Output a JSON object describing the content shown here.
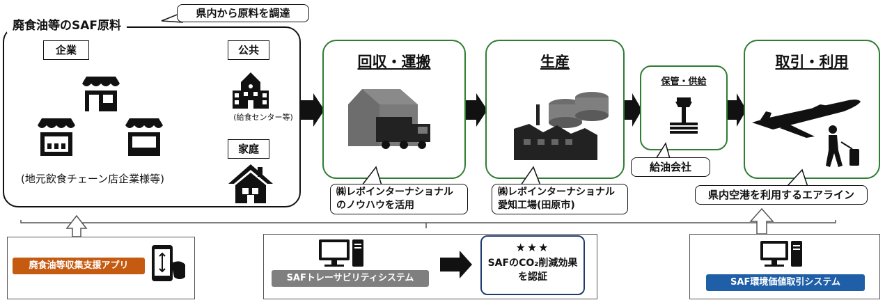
{
  "source": {
    "title": "廃食油等のSAF原料",
    "local_callout": "県内から原料を調達",
    "enterprise_label": "企業",
    "enterprise_note": "(地元飲食チェーン店企業様等)",
    "public_label": "公共",
    "public_note": "(給食センター等)",
    "household_label": "家庭"
  },
  "stages": {
    "collection": {
      "title": "回収・運搬",
      "callout_line1": "㈱レボインターナショナル",
      "callout_line2": "のノウハウを活用"
    },
    "production": {
      "title": "生産",
      "callout_line1": "㈱レボインターナショナル",
      "callout_line2": "愛知工場(田原市)"
    },
    "storage": {
      "title": "保管・供給",
      "callout": "給油会社"
    },
    "usage": {
      "title": "取引・利用",
      "callout": "県内空港を利用するエアライン"
    }
  },
  "systems": {
    "app": {
      "label": "廃食油等収集支援アプリ",
      "color": "#c55a11"
    },
    "traceability": {
      "label": "SAFトレーサビリティシステム",
      "color": "#7f7f7f"
    },
    "cert": {
      "stars": "★★★",
      "line1": "SAFのCO₂削減効果",
      "line2": "を認証"
    },
    "trading": {
      "label": "SAF環境価値取引システム",
      "color": "#1f5fa8"
    }
  },
  "colors": {
    "stage_border": "#2e7d32"
  }
}
